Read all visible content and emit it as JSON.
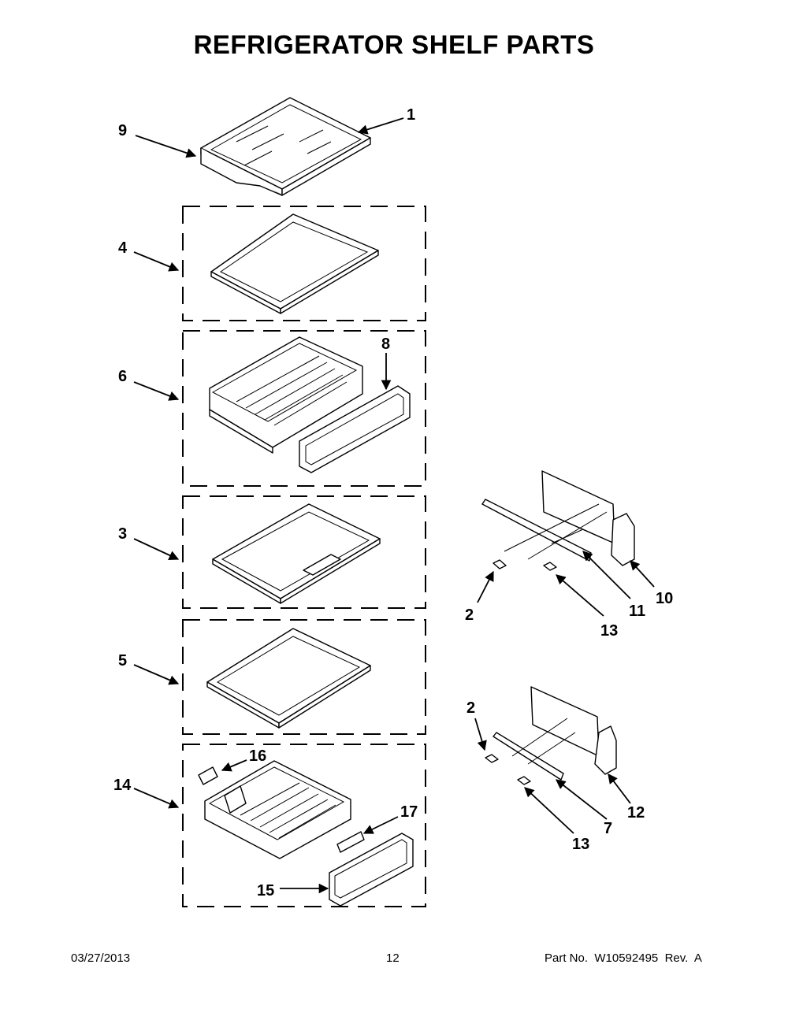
{
  "title": "REFRIGERATOR SHELF PARTS",
  "callouts": {
    "c1": "1",
    "c9": "9",
    "c4": "4",
    "c6": "6",
    "c8": "8",
    "c3": "3",
    "c5": "5",
    "c14": "14",
    "c16": "16",
    "c17": "17",
    "c15": "15",
    "c2a": "2",
    "c13a": "13",
    "c11": "11",
    "c10": "10",
    "c2b": "2",
    "c13b": "13",
    "c7": "7",
    "c12": "12"
  },
  "footer": {
    "date": "03/27/2013",
    "page": "12",
    "part_no": "Part No.  W10592495  Rev.  A"
  }
}
